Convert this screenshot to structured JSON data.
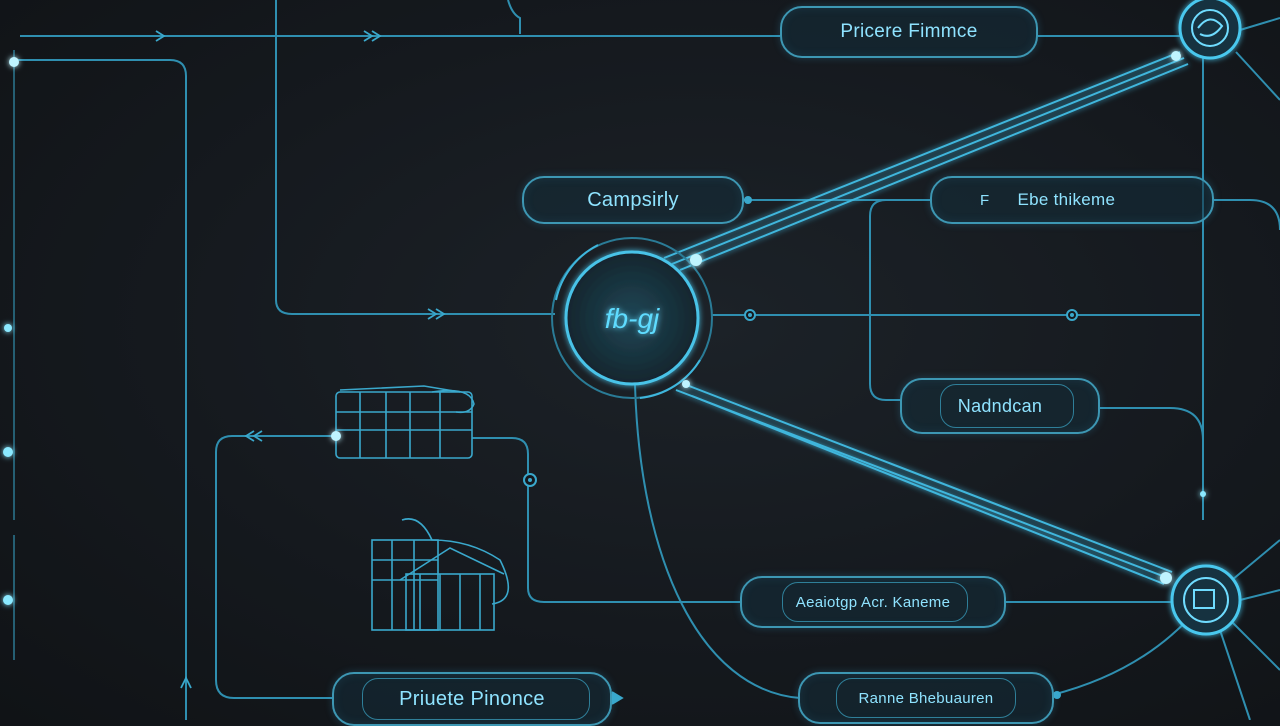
{
  "nodes": {
    "top": "Pricere Fimmce",
    "company": "Campsirly",
    "right_top": "Ebe thikeme",
    "right_small_prefix": "F",
    "right_mid": "Nadndcan",
    "right_low": "Aeaiotgp Acr. Kaneme",
    "bottom_right": "Ranne Bhebuauren",
    "bottom_left": "Priuete Pinonce"
  },
  "hub": {
    "glyph": "fb-gj"
  },
  "colors": {
    "line": "#3aa8cc",
    "glow": "#59d6ff",
    "text": "#8fe3ff",
    "background": "#15191e"
  }
}
